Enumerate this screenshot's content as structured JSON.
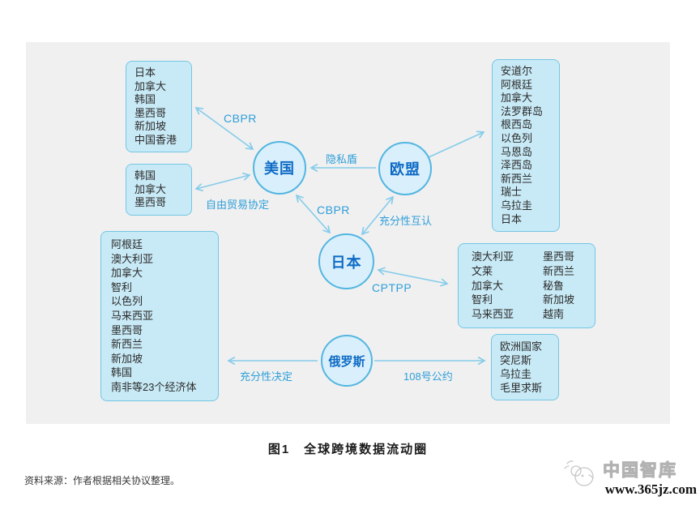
{
  "figure": {
    "caption": "图1　全球跨境数据流动圈",
    "source_note": "资料来源：作者根据相关协议整理。"
  },
  "nodes": {
    "us": "美国",
    "eu": "欧盟",
    "japan": "日本",
    "russia": "俄罗斯"
  },
  "edge_labels": {
    "cbpr_top": "CBPR",
    "fta": "自由贸易协定",
    "privacy_shield": "隐私盾",
    "cbpr_mid": "CBPR",
    "mutual_adequacy": "充分性互认",
    "cptpp": "CPTPP",
    "adequacy_decision": "充分性决定",
    "convention_108": "108号公约"
  },
  "boxes": {
    "us_cbpr": [
      "日本",
      "加拿大",
      "韩国",
      "墨西哥",
      "新加坡",
      "中国香港"
    ],
    "us_fta": [
      "韩国",
      "加拿大",
      "墨西哥"
    ],
    "eu_whitelist": [
      "安道尔",
      "阿根廷",
      "加拿大",
      "法罗群岛",
      "根西岛",
      "以色列",
      "马恩岛",
      "泽西岛",
      "新西兰",
      "瑞士",
      "乌拉圭",
      "日本"
    ],
    "cptpp_col1": [
      "澳大利亚",
      "文莱",
      "加拿大",
      "智利",
      "马来西亚"
    ],
    "cptpp_col2": [
      "墨西哥",
      "新西兰",
      "秘鲁",
      "新加坡",
      "越南"
    ],
    "russia_adequacy": [
      "阿根廷",
      "澳大利亚",
      "加拿大",
      "智利",
      "以色列",
      "马来西亚",
      "墨西哥",
      "新西兰",
      "新加坡",
      "韩国",
      "南非等23个经济体"
    ],
    "convention_108": [
      "欧洲国家",
      "突尼斯",
      "乌拉圭",
      "毛里求斯"
    ]
  },
  "colors": {
    "panel_bg": "#f0f0f1",
    "box_fill": "#c8eaf6",
    "box_border": "#74c6e4",
    "circle_fill": "#d9effb",
    "circle_border": "#52b6e0",
    "node_text": "#0e6bc5",
    "arrow": "#85cce9",
    "label_text": "#2e9fd8"
  },
  "watermark": {
    "brand": "中国智库",
    "site": "www.365jz.com"
  }
}
